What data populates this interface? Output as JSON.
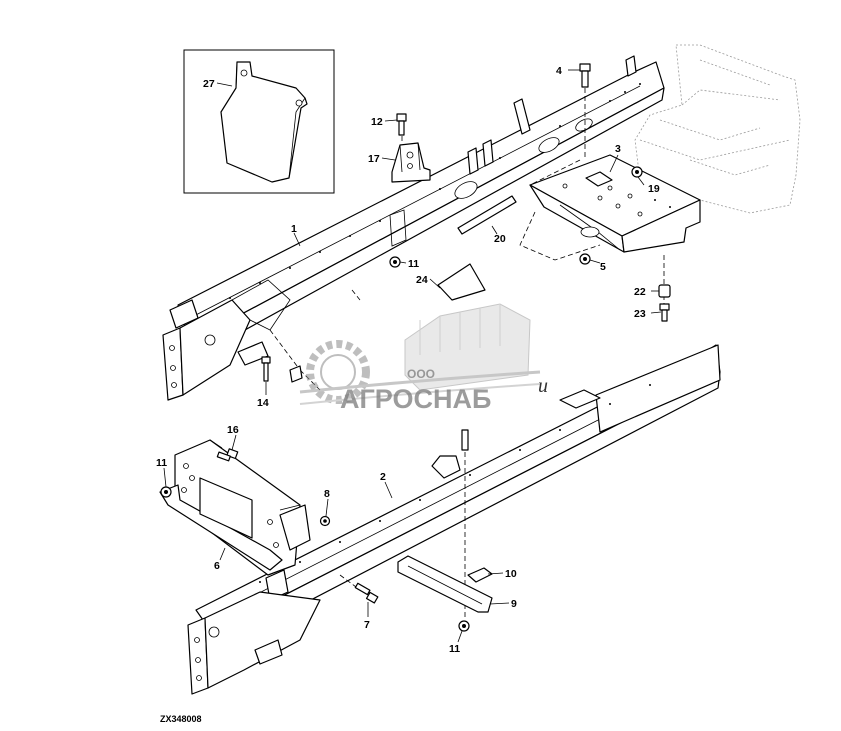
{
  "drawing_code": "ZX348008",
  "watermark": {
    "company": "АГРОСНАБ",
    "prefix": "ООО",
    "suffix": "u"
  },
  "callouts": [
    {
      "id": "c27",
      "label": "27"
    },
    {
      "id": "c4",
      "label": "4"
    },
    {
      "id": "c12",
      "label": "12"
    },
    {
      "id": "c17",
      "label": "17"
    },
    {
      "id": "c3",
      "label": "3"
    },
    {
      "id": "c19",
      "label": "19"
    },
    {
      "id": "c1",
      "label": "1"
    },
    {
      "id": "c20",
      "label": "20"
    },
    {
      "id": "c11a",
      "label": "11"
    },
    {
      "id": "c5",
      "label": "5"
    },
    {
      "id": "c24",
      "label": "24"
    },
    {
      "id": "c22",
      "label": "22"
    },
    {
      "id": "c23",
      "label": "23"
    },
    {
      "id": "c14",
      "label": "14"
    },
    {
      "id": "c16",
      "label": "16"
    },
    {
      "id": "c11b",
      "label": "11"
    },
    {
      "id": "c2",
      "label": "2"
    },
    {
      "id": "c8",
      "label": "8"
    },
    {
      "id": "c6",
      "label": "6"
    },
    {
      "id": "c10",
      "label": "10"
    },
    {
      "id": "c9",
      "label": "9"
    },
    {
      "id": "c7",
      "label": "7"
    },
    {
      "id": "c11c",
      "label": "11"
    }
  ]
}
